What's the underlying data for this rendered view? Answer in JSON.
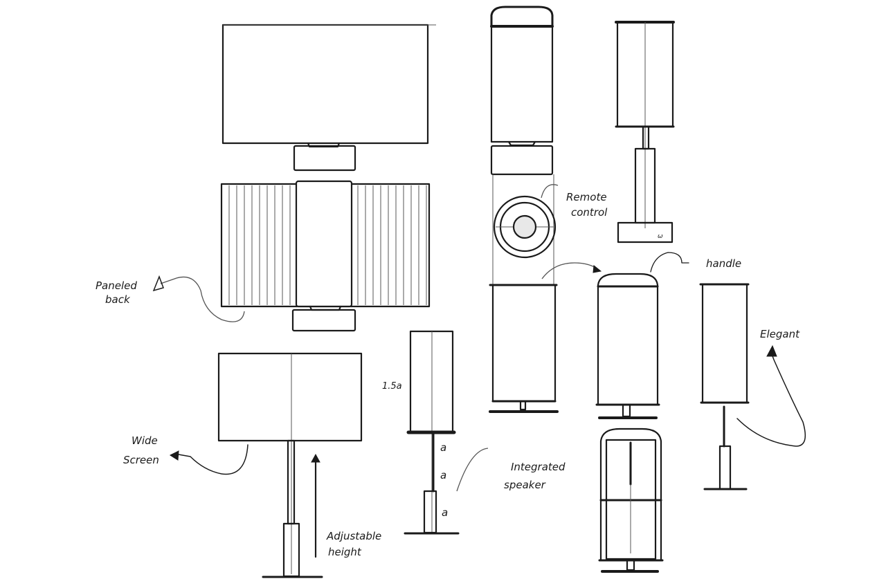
{
  "annotations": {
    "remote_control": [
      "Remote",
      "control"
    ],
    "handle": "handle",
    "paneled_back": [
      "Paneled",
      "back"
    ],
    "elegant": "Elegant",
    "wide_screen": [
      "Wide",
      "Screen"
    ],
    "adjustable_height": [
      "Adjustable",
      "height"
    ],
    "integrated_speaker": [
      "Integrated",
      "speaker"
    ],
    "dimensions": {
      "top": "1.5a",
      "a1": "a",
      "a2": "a",
      "a3": "a"
    }
  }
}
